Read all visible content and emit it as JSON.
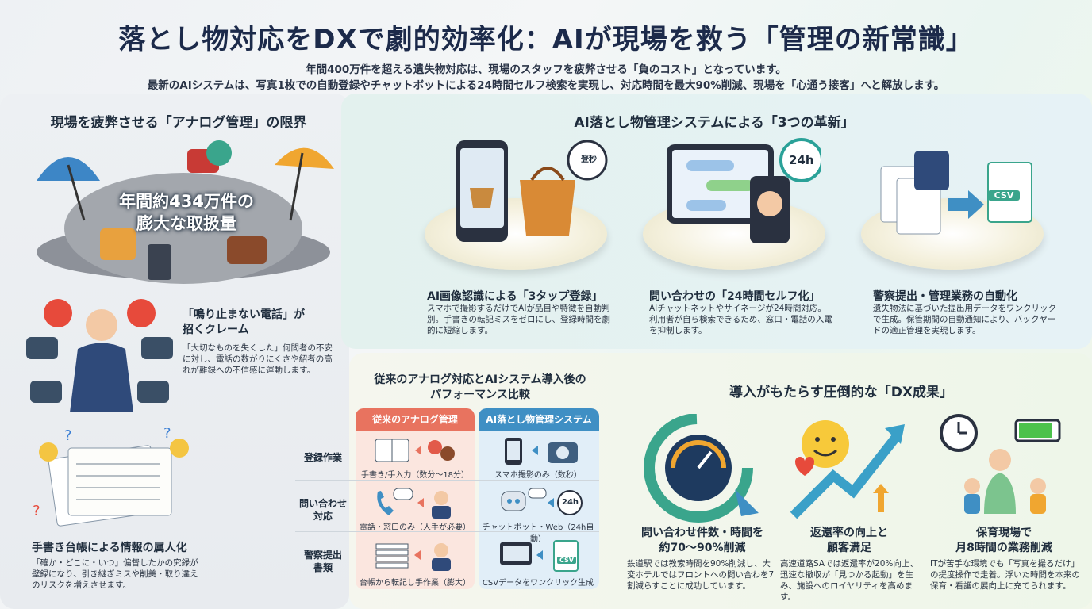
{
  "header": {
    "title": "落とし物対応をDXで劇的効率化：AIが現場を救う「管理の新常識」",
    "subtitle_1": "年間400万件を超える遺失物対応は、現場のスタッフを疲弊させる「負のコスト」となっています。",
    "subtitle_2": "最新のAIシステムは、写真1枚での自動登録やチャットボットによる24時間セルフ検索を実現し、対応時間を最大90%削減、現場を「心通う接客」へと解放します。"
  },
  "left": {
    "heading": "現場を疲弊させる「アナログ管理」の限界",
    "pile_label_1": "年間約434万件の",
    "pile_label_2": "膨大な取扱量",
    "phone_title_1": "「鳴り止まない電話」が",
    "phone_title_2": "招くクレーム",
    "phone_text": "「大切なものを失くした」何間者の不安に対し、電話の数がりにくさや紹者の高れが離録への不信感に運動します。",
    "ledger_title": "手書き台帳による情報の属人化",
    "ledger_text": "「確か・どこに・いつ」偏督したかの究録が壁録になり、引き継ぎミスや削美・取り違えのリスクを増えさせます。"
  },
  "innovations": {
    "heading": "AI落とし物管理システムによる「3つの革新」",
    "items": [
      {
        "title": "AI画像認識による「3タップ登録」",
        "text": "スマホで撮影するだけでAIが品目や特徴を自動判別。手書きの転記ミスをゼロにし、登録時間を劇的に短縮します。",
        "badge": "登秒"
      },
      {
        "title": "問い合わせの「24時間セルフ化」",
        "text": "AIチャットネットやサイネージが24時間対応。利用者が自ら検索できるため、窓口・電話の入電を抑制します。",
        "badge": "24h"
      },
      {
        "title": "警察提出・管理業務の自動化",
        "text": "遺失物法に基づいた提出用データをワンクリックで生成。保管期間の自動通知により、バックヤードの適正管理を実現します。",
        "badge": "CSV"
      }
    ]
  },
  "comparison": {
    "heading_1": "従来のアナログ対応とAIシステム導入後の",
    "heading_2": "パフォーマンス比較",
    "col_old": "従来のアナログ管理",
    "col_new": "AI落とし物管理システム",
    "rows": [
      {
        "label": "登録作業",
        "old": "手書き/手入力（数分〜18分）",
        "new": "スマホ撮影のみ（数秒）"
      },
      {
        "label": "問い合わせ\n対応",
        "old": "電話・窓口のみ（人手が必要）",
        "new": "チャットボット・Web（24h自動）",
        "badge": "24h"
      },
      {
        "label": "警察提出\n書類",
        "old": "台帳から転記し手作業（膨大）",
        "new": "CSVデータをワンクリック生成",
        "badge": "CSV"
      }
    ]
  },
  "results": {
    "heading": "導入がもたらす圧倒的な「DX成果」",
    "items": [
      {
        "title_1": "問い合わせ件数・時間を",
        "title_2": "約70〜90%削減",
        "text": "鉄道駅では教索時間を90%削減し、大変ホテルではフロントへの問い合わを7割減らすことに成功しています。"
      },
      {
        "title_1": "返還率の向上と",
        "title_2": "顧客満足",
        "text": "高速道路SAでは返還率が20%向上、迅速な撤収が「見つかる起動」を生み、施設へのロイヤリティを高めます。"
      },
      {
        "title_1": "保育現場で",
        "title_2": "月8時間の業務削減",
        "text": "ITが苦手な環境でも「写真を撮るだけ」の提度操作で走着。浮いた時間を本来の保育・看護の展向上に充てられます。"
      }
    ]
  },
  "colors": {
    "old": "#e8735f",
    "new": "#3f8fc4",
    "accent": "#2aa198"
  }
}
